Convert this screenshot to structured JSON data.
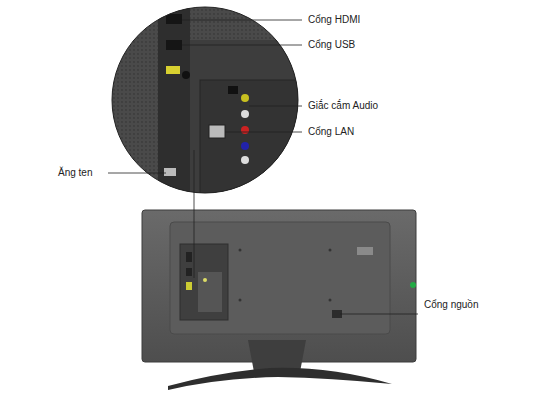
{
  "diagram": {
    "labels": [
      "Cổng HDMI",
      "Cổng USB",
      "Giắc cắm Audio",
      "Cổng LAN",
      "Ăng ten",
      "Cổng nguồn"
    ]
  }
}
